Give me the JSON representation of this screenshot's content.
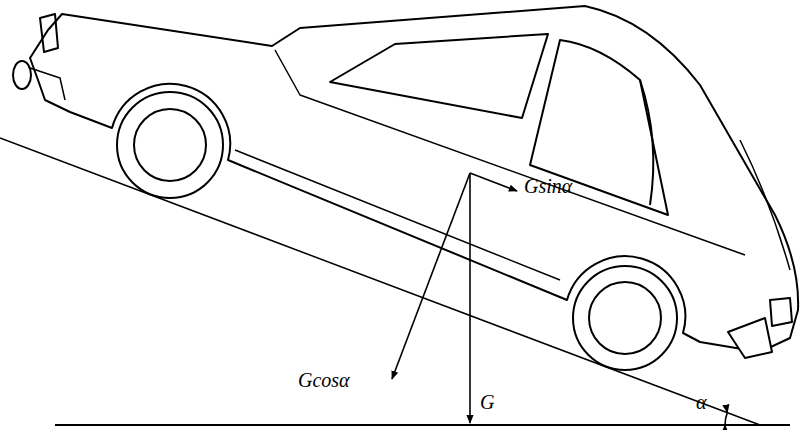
{
  "diagram": {
    "labels": [
      "Gsinα",
      "Gcosα",
      "G",
      "α"
    ]
  }
}
